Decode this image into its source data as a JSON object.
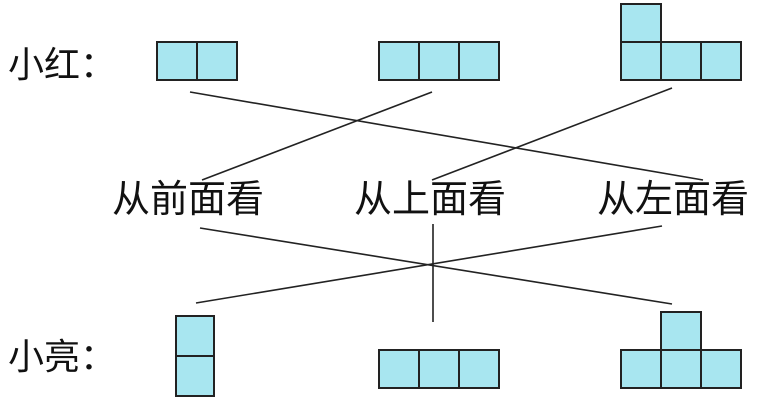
{
  "colors": {
    "cell_fill": "#a8e6f0",
    "cell_stroke": "#222222",
    "line": "#222222",
    "text": "#111111"
  },
  "rows": {
    "xiaohong": {
      "label": "小红："
    },
    "xiaoliang": {
      "label": "小亮："
    }
  },
  "views": [
    {
      "id": "front",
      "label": "从前面看"
    },
    {
      "id": "top",
      "label": "从上面看"
    },
    {
      "id": "left",
      "label": "从左面看"
    }
  ],
  "shapes": {
    "xiaohong": [
      {
        "id": "hong-shape-1",
        "description": "1 row, 2 squares"
      },
      {
        "id": "hong-shape-2",
        "description": "1 row, 3 squares"
      },
      {
        "id": "hong-shape-3",
        "description": "3 squares in a row, 1 square on top of the left end"
      }
    ],
    "xiaoliang": [
      {
        "id": "liang-shape-1",
        "description": "1 column, 2 squares"
      },
      {
        "id": "liang-shape-2",
        "description": "1 row, 3 squares"
      },
      {
        "id": "liang-shape-3",
        "description": "3 squares in a row, 1 square on top of the middle"
      }
    ]
  },
  "matches": {
    "xiaohong": [
      {
        "shape": "hong-shape-1",
        "view": "left"
      },
      {
        "shape": "hong-shape-2",
        "view": "front"
      },
      {
        "shape": "hong-shape-3",
        "view": "top"
      }
    ],
    "xiaoliang": [
      {
        "shape": "liang-shape-1",
        "view": "left"
      },
      {
        "shape": "liang-shape-2",
        "view": "top"
      },
      {
        "shape": "liang-shape-3",
        "view": "front"
      }
    ]
  }
}
